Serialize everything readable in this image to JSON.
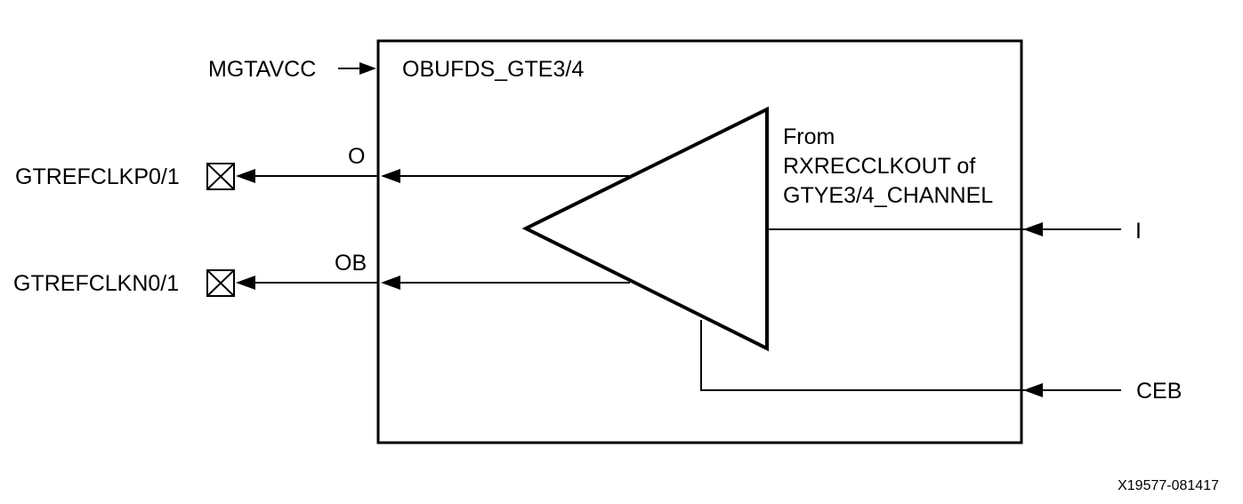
{
  "block": {
    "title": "OBUFDS_GTE3/4",
    "source_note_lines": [
      "From",
      "RXRECCLKOUT of",
      "GTYE3/4_CHANNEL"
    ]
  },
  "supply": {
    "label": "MGTAVCC"
  },
  "outputs": {
    "o_pin": "O",
    "ob_pin": "OB",
    "pad_p": "GTREFCLKP0/1",
    "pad_n": "GTREFCLKN0/1"
  },
  "inputs": {
    "i_pin": "I",
    "ceb_pin": "CEB"
  },
  "figure_id": "X19577-081417"
}
